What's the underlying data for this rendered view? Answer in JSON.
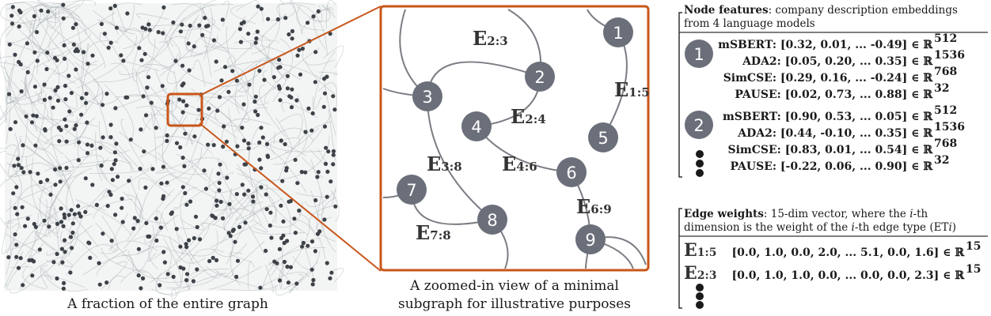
{
  "captions": {
    "graph": "A fraction of the entire graph",
    "zoom_line1": "A zoomed-in view of a minimal",
    "zoom_line2": "subgraph for illustrative purposes"
  },
  "colors": {
    "node": "#6b6f7a",
    "accent": "#c8561a",
    "edge": "#7a7d83"
  },
  "subgraph": {
    "nodes": [
      "1",
      "2",
      "3",
      "4",
      "5",
      "6",
      "7",
      "8",
      "9"
    ],
    "edges": [
      {
        "label": "E",
        "sub": "2:3"
      },
      {
        "label": "E",
        "sub": "1:5"
      },
      {
        "label": "E",
        "sub": "2:4"
      },
      {
        "label": "E",
        "sub": "4:6"
      },
      {
        "label": "E",
        "sub": "3:8"
      },
      {
        "label": "E",
        "sub": "6:9"
      },
      {
        "label": "E",
        "sub": "7:8"
      }
    ]
  },
  "node_features": {
    "title_bold": "Node features",
    "title_rest": ": company description embeddings",
    "title_line2": "from 4 language models",
    "groups": [
      {
        "node": "1",
        "rows": [
          {
            "model": "mSBERT: [0.32, 0.01, ... -0.49] ∈ ℝ",
            "dim": "512"
          },
          {
            "model": "ADA2: [0.05, 0.20, ...  0.35] ∈ ℝ",
            "dim": "1536"
          },
          {
            "model": "SimCSE: [0.29, 0.16, ... -0.24] ∈ ℝ",
            "dim": "768"
          },
          {
            "model": "PAUSE: [0.02, 0.73, ...  0.88] ∈ ℝ",
            "dim": "32"
          }
        ]
      },
      {
        "node": "2",
        "rows": [
          {
            "model": "mSBERT: [0.90, 0.53, ...  0.05] ∈ ℝ",
            "dim": "512"
          },
          {
            "model": "ADA2: [0.44, -0.10, ... 0.35] ∈ ℝ",
            "dim": "1536"
          },
          {
            "model": "SimCSE: [0.83, 0.01, ...  0.54] ∈ ℝ",
            "dim": "768"
          },
          {
            "model": "PAUSE: [-0.22, 0.06, ... 0.90] ∈ ℝ",
            "dim": "32"
          }
        ]
      }
    ]
  },
  "edge_weights": {
    "title_bold": "Edge weights",
    "title_rest_a": ": 15-dim vector, where the ",
    "title_i": "i",
    "title_rest_b": "-th",
    "line2_a": "dimension is the weight of the ",
    "line2_i": "i",
    "line2_b": "-th edge type (ET",
    "line2_i2": "i",
    "line2_c": ")",
    "rows": [
      {
        "edge": "E",
        "sub": "1:5",
        "vector": "[0.0, 1.0, 0.0, 2.0, ...  5.1, 0.0, 1.6] ∈ ℝ",
        "dim": "15"
      },
      {
        "edge": "E",
        "sub": "2:3",
        "vector": "[0.0, 1.0, 1.0, 0.0, ...  0.0, 0.0, 2.3] ∈ ℝ",
        "dim": "15"
      }
    ]
  }
}
